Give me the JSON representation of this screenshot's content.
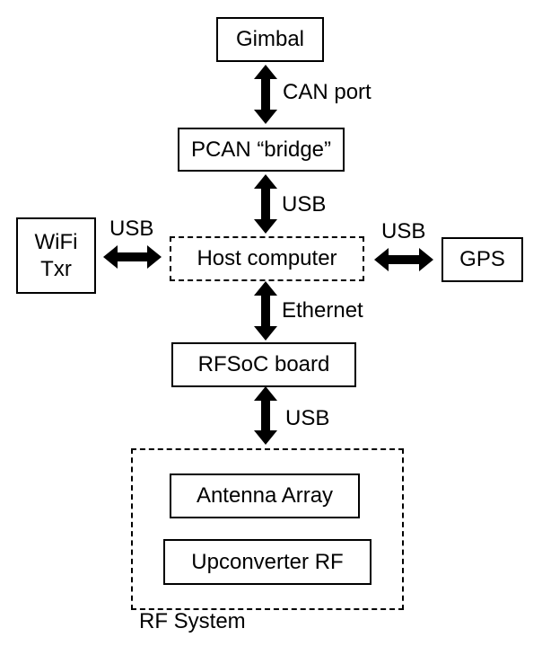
{
  "diagram": {
    "nodes": {
      "gimbal": "Gimbal",
      "pcan_bridge": "PCAN “bridge”",
      "host_computer": "Host computer",
      "wifi_txr_line1": "WiFi",
      "wifi_txr_line2": "Txr",
      "gps": "GPS",
      "rfsoc_board": "RFSoC board",
      "antenna_array": "Antenna Array",
      "upconverter_rf": "Upconverter RF"
    },
    "group": {
      "rf_system_label": "RF System"
    },
    "edges": [
      {
        "from": "Gimbal",
        "to": "PCAN “bridge”",
        "label": "CAN port",
        "direction": "bidirectional"
      },
      {
        "from": "PCAN “bridge”",
        "to": "Host computer",
        "label": "USB",
        "direction": "bidirectional"
      },
      {
        "from": "WiFi Txr",
        "to": "Host computer",
        "label": "USB",
        "direction": "bidirectional"
      },
      {
        "from": "Host computer",
        "to": "GPS",
        "label": "USB",
        "direction": "bidirectional"
      },
      {
        "from": "Host computer",
        "to": "RFSoC board",
        "label": "Ethernet",
        "direction": "bidirectional"
      },
      {
        "from": "RFSoC board",
        "to": "RF System",
        "label": "USB",
        "direction": "bidirectional"
      }
    ]
  }
}
